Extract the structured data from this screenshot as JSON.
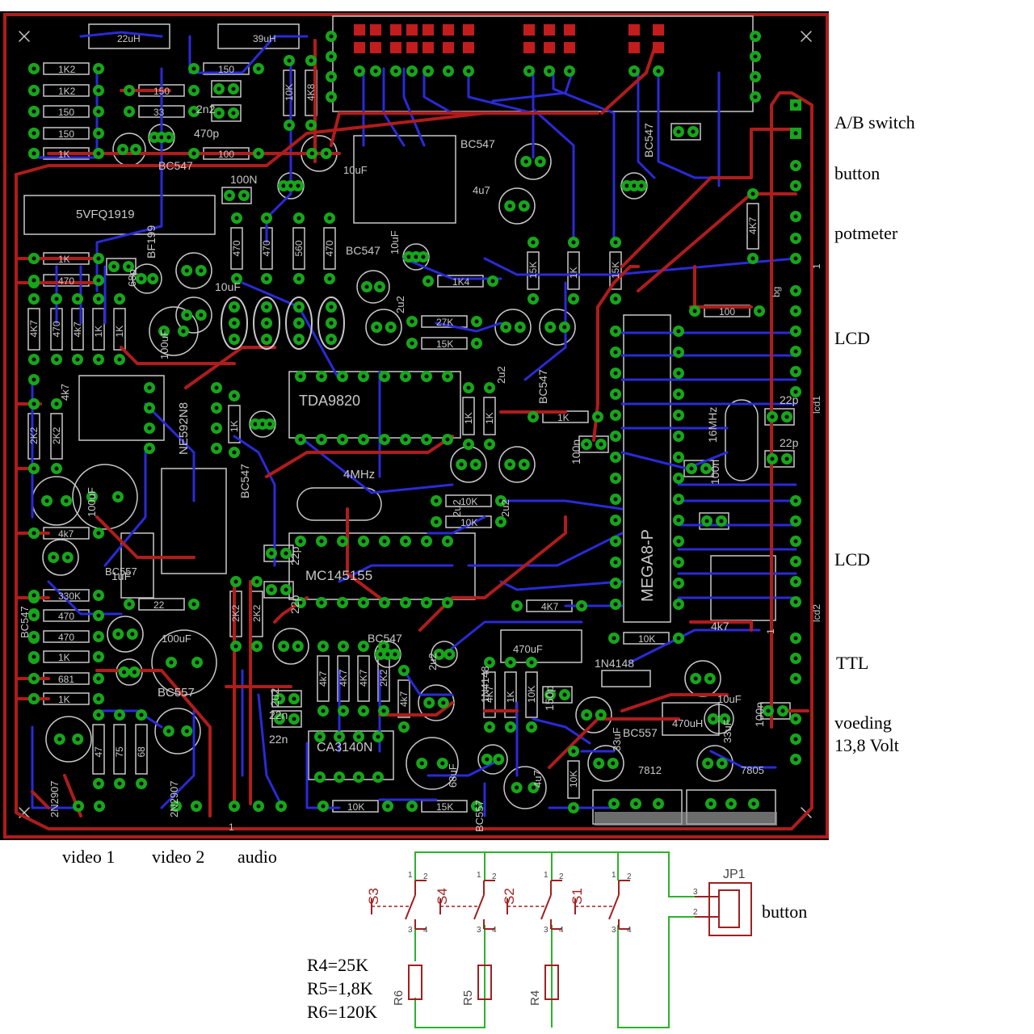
{
  "board": {
    "colors": {
      "background": "#000000",
      "bottom_trace": "#2a2ad8",
      "top_trace": "#b01c1c",
      "pad": "#16a61a",
      "smd_pad": "#c21c1c",
      "silkscreen": "#c8c8c8",
      "schematic_wire": "#2cb22c",
      "schematic_part": "#a02020"
    },
    "parts": {
      "inductor_22uH": "22uH",
      "inductor_39uH": "39uH",
      "r_1k2_a": "1K2",
      "r_1k2_b": "1K2",
      "r_150_a": "150",
      "r_150_b": "150",
      "r_1k": "1K",
      "r_150_c": "150",
      "r_50": "150",
      "r_33": "33",
      "c_2n2": "2n2",
      "c_470p": "470p",
      "r_100": "100",
      "r_10k": "10K",
      "r_4k8": "4K8",
      "cap_100n_top": "100n",
      "bc547_1": "BC547",
      "bc547_2": "BC547",
      "bc547_3": "BC547",
      "bc547_4": "BC547",
      "bc547_5": "BC547",
      "bc547_6": "BC547",
      "bc547_7": "BC547",
      "bc547_8": "BC547",
      "filter": "5VFQ1919",
      "bf199": "BF199",
      "c_100N": "100N",
      "c_10uF_a": "10uF",
      "c_4u7_a": "4u7",
      "c_10uF_b": "10uF",
      "c_10uF_c": "10uF",
      "r_470_a": "470",
      "r_470_b": "470",
      "r_560": "560",
      "r_470_c": "470",
      "r_4k7_a": "4K7",
      "r_470_d": "470",
      "r_1k_a": "1K",
      "r_470_e": "470",
      "r_1k4": "1K4",
      "r_15k_a": "15K",
      "r_1k_b": "1K",
      "r_1k_c": "1K",
      "r_15k_b": "15K",
      "r_27k": "27K",
      "r_15k_c": "15K",
      "c_2u2_a": "2u2",
      "c_2u2_b": "2u2",
      "c_2u2_c": "2u2",
      "c_2u2_d": "2u2",
      "c_68p": "68p",
      "c_100uF_a": "100uF",
      "c_100uF_b": "100uF",
      "c_100uF_c": "100uF",
      "r_4k7_b": "4k7",
      "ne592": "NE592N8",
      "tda": "TDA9820",
      "xtal_4mhz": "4MHz",
      "r_10k_a": "10K",
      "r_10k_b": "10K",
      "c_22p_a": "22p",
      "c_22p_b": "22p",
      "mc": "MC145155",
      "mega": "MEGA8-P",
      "xtal_16mhz": "16MHz",
      "c_22p_c": "22p",
      "c_22p_d": "22p",
      "c_100n_a": "100n",
      "c_100n_b": "100n",
      "r_1k_d": "1K",
      "r_100_b": "100",
      "r_10k_c": "10K",
      "r_4k7_c": "4K7",
      "r_1k_e": "1K",
      "r_4k7_d": "4k7",
      "r_330k": "330K",
      "r_470_f": "470",
      "r_470_g": "470",
      "r_1k_f": "1K",
      "r_681": "681",
      "r_1k_g": "1K",
      "bc557_a": "BC557",
      "bc557_b": "BC557",
      "bc557_c": "BC557",
      "c_1uF": "1uF",
      "r_22": "22",
      "r_2k2_a": "2K2",
      "r_2k2_b": "2K2",
      "c_470uF": "470uF",
      "d_1n4148_a": "1N4148",
      "d_1n4148_b": "1N4148",
      "c_150p": "150p",
      "c_2u2_e": "2u2",
      "c_22n_a": "22n",
      "c_22n_b": "22n",
      "ca": "CA3140N",
      "c_68uF": "68uF",
      "c_4u7_b": "4u7",
      "c_33uF_a": "33uF",
      "c_33uF_b": "33uF",
      "l_470uH": "470uH",
      "c_10uF_d": "10uF",
      "reg_7812": "7812",
      "reg_7805": "7805",
      "r_10k_d": "10K",
      "r_15k_d": "15K",
      "r_47": "47",
      "r_75": "75",
      "r_68": "68",
      "tr_2n2907_a": "2N2907",
      "tr_2n2907_b": "2N2907",
      "r_100_c": "100",
      "smd_100n": "100n",
      "lcd1": "lcd1",
      "lcd2": "lcd2",
      "bg": "bg",
      "pin1": "1"
    },
    "connectors": [
      {
        "id": "ab",
        "label": "A/B switch"
      },
      {
        "id": "button",
        "label": "button"
      },
      {
        "id": "pot",
        "label": "potmeter"
      },
      {
        "id": "lcd_top",
        "label": "LCD"
      },
      {
        "id": "lcd_bottom",
        "label": "LCD"
      },
      {
        "id": "ttl",
        "label": "TTL"
      }
    ],
    "power_label_line1": "voeding",
    "power_label_line2": "13,8 Volt",
    "bottom_labels": [
      "video 1",
      "video 2",
      "audio"
    ]
  },
  "schematic": {
    "switches": [
      "S3",
      "S4",
      "S2",
      "S1"
    ],
    "resistors": [
      "R6",
      "R5",
      "R4"
    ],
    "pin_numbers": [
      "1",
      "2",
      "3",
      "4"
    ],
    "jumper": "JP1",
    "jumper_pins": [
      "3",
      "2"
    ],
    "label": "button",
    "values": [
      "R4=25K",
      "R5=1,8K",
      "R6=120K"
    ]
  }
}
